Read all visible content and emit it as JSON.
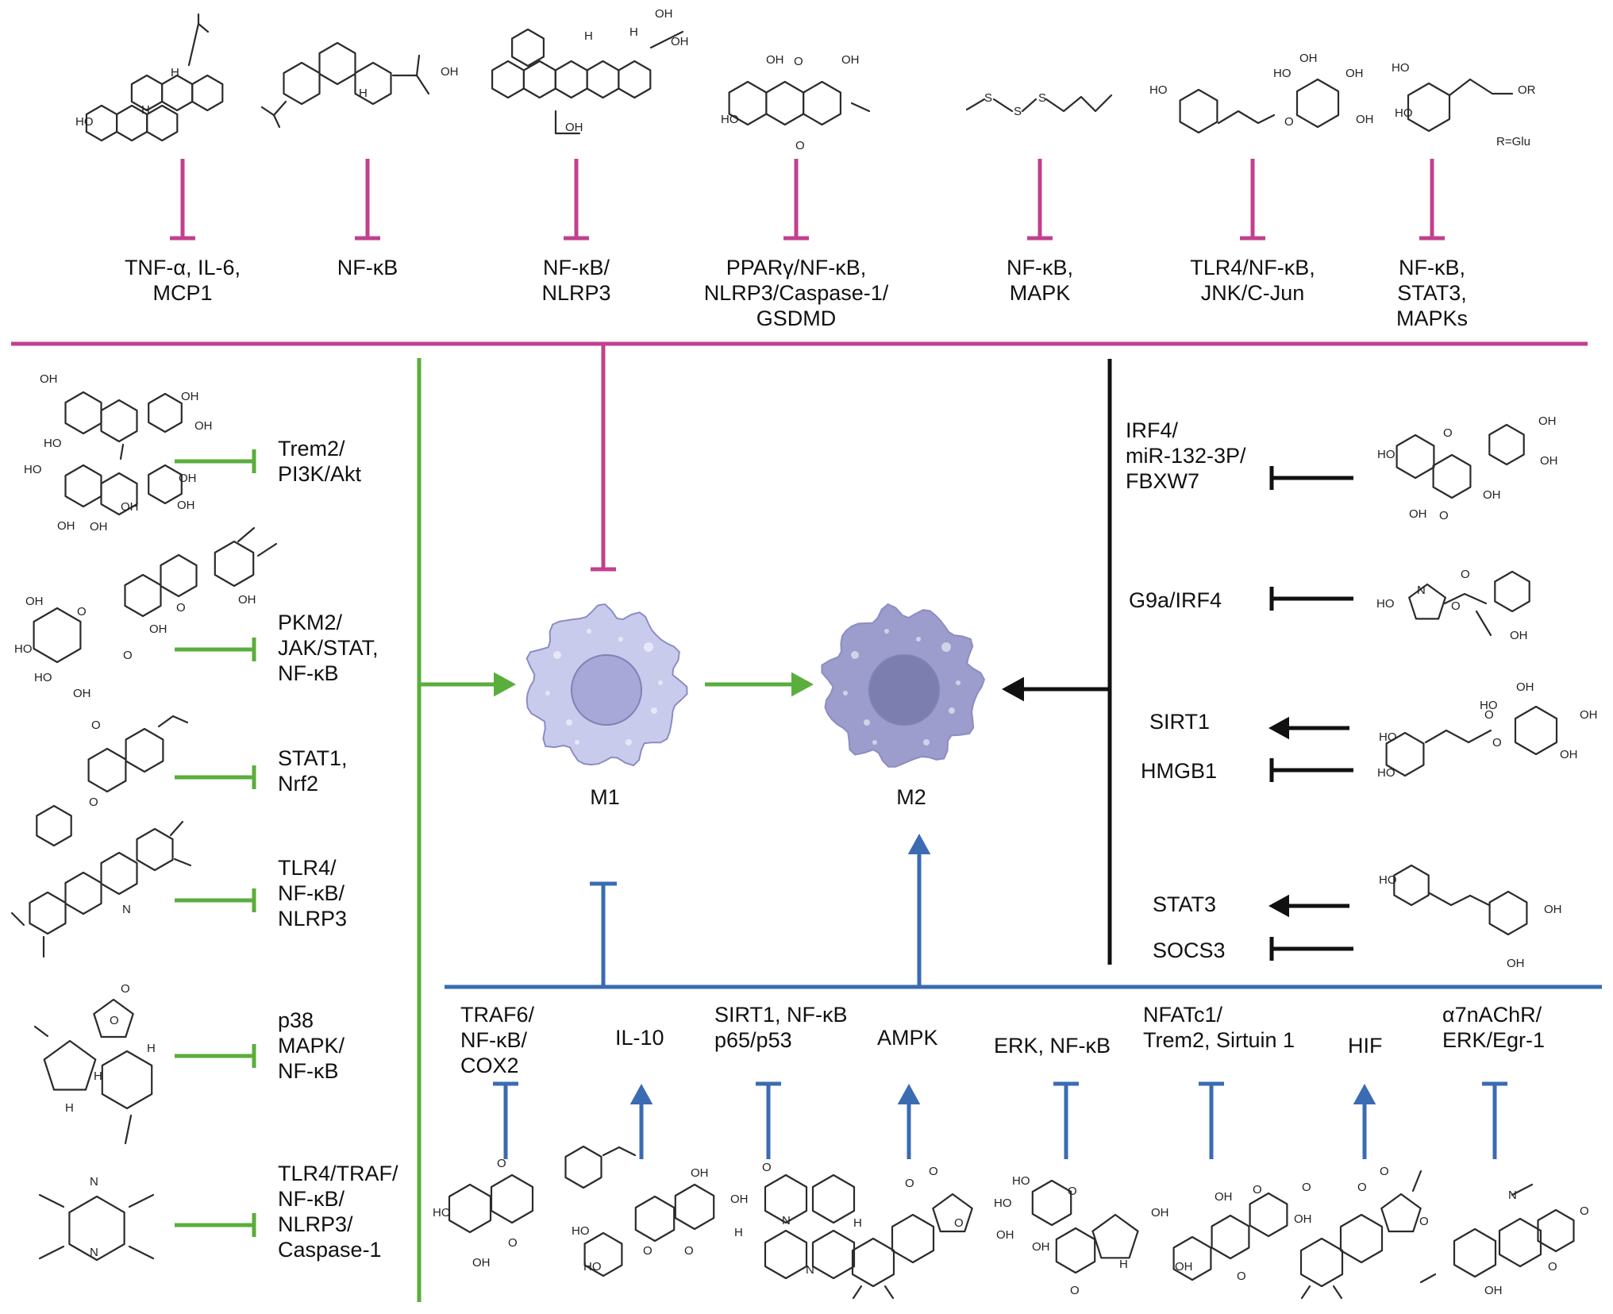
{
  "colors": {
    "magenta": "#c2408f",
    "green": "#5aae3c",
    "blue": "#3a6bb3",
    "black": "#111111",
    "m1_fill": "#c9cbed",
    "m1_nucleus": "#a7a8d8",
    "m2_fill": "#9c9ccd",
    "m2_nucleus": "#7d7eb0"
  },
  "cells": {
    "m1": {
      "label": "M1"
    },
    "m2": {
      "label": "M2"
    }
  },
  "top_row": [
    {
      "lines": [
        "TNF-α, IL-6,",
        "MCP1"
      ],
      "relation": "inhibit"
    },
    {
      "lines": [
        "NF-κB"
      ],
      "relation": "inhibit"
    },
    {
      "lines": [
        "NF-κB/",
        "NLRP3"
      ],
      "relation": "inhibit"
    },
    {
      "lines": [
        "PPARγ/NF-κB,",
        "NLRP3/Caspase-1/",
        "GSDMD"
      ],
      "relation": "inhibit"
    },
    {
      "lines": [
        "NF-κB,",
        "MAPK"
      ],
      "relation": "inhibit"
    },
    {
      "lines": [
        "TLR4/NF-κB,",
        "JNK/C-Jun"
      ],
      "relation": "inhibit"
    },
    {
      "lines": [
        "NF-κB,",
        "STAT3,",
        "MAPKs"
      ],
      "relation": "inhibit"
    }
  ],
  "left_column": [
    {
      "lines": [
        "Trem2/",
        "PI3K/Akt"
      ],
      "relation": "inhibit"
    },
    {
      "lines": [
        "PKM2/",
        "JAK/STAT,",
        "NF-κB"
      ],
      "relation": "inhibit"
    },
    {
      "lines": [
        "STAT1,",
        "Nrf2"
      ],
      "relation": "inhibit"
    },
    {
      "lines": [
        "TLR4/",
        "NF-κB/",
        "NLRP3"
      ],
      "relation": "inhibit"
    },
    {
      "lines": [
        "p38",
        "MAPK/",
        "NF-κB"
      ],
      "relation": "inhibit"
    },
    {
      "lines": [
        "TLR4/TRAF/",
        "NF-κB/",
        "NLRP3/",
        "Caspase-1"
      ],
      "relation": "inhibit"
    }
  ],
  "right_column": [
    {
      "lines": [
        "IRF4/",
        "miR-132-3P/",
        "FBXW7"
      ],
      "relation": "inhibit"
    },
    {
      "lines": [
        "G9a/IRF4"
      ],
      "relation": "inhibit"
    },
    {
      "lines": [
        "SIRT1"
      ],
      "relation": "activate"
    },
    {
      "lines": [
        "HMGB1"
      ],
      "relation": "inhibit"
    },
    {
      "lines": [
        "STAT3"
      ],
      "relation": "activate"
    },
    {
      "lines": [
        "SOCS3"
      ],
      "relation": "inhibit"
    }
  ],
  "bottom_row": [
    {
      "lines": [
        "TRAF6/",
        "NF-κB/",
        "COX2"
      ],
      "relation": "inhibit"
    },
    {
      "lines": [
        "IL-10"
      ],
      "relation": "activate"
    },
    {
      "lines": [
        "SIRT1, NF-κB",
        "p65/p53"
      ],
      "relation": "inhibit"
    },
    {
      "lines": [
        "AMPK"
      ],
      "relation": "activate"
    },
    {
      "lines": [
        "ERK, NF-κB"
      ],
      "relation": "inhibit"
    },
    {
      "lines": [
        "NFATc1/",
        "Trem2, Sirtuin 1"
      ],
      "relation": "inhibit"
    },
    {
      "lines": [
        "HIF"
      ],
      "relation": "activate"
    },
    {
      "lines": [
        "α7nAChR/",
        "ERK/Egr-1"
      ],
      "relation": "inhibit"
    }
  ],
  "structure_text": {
    "oh": "OH",
    "ho": "HO",
    "h": "H",
    "n": "N",
    "o": "O",
    "s": "S",
    "or": "OR",
    "r_glu": "R=Glu"
  }
}
